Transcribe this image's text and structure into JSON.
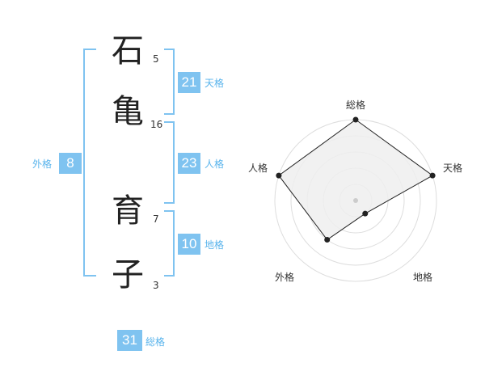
{
  "name": {
    "chars": [
      {
        "char": "石",
        "strokes": "5"
      },
      {
        "char": "亀",
        "strokes": "16"
      },
      {
        "char": "育",
        "strokes": "7"
      },
      {
        "char": "子",
        "strokes": "3"
      }
    ]
  },
  "fortune": {
    "tenkaku": {
      "value": "21",
      "label": "天格"
    },
    "jinkaku": {
      "value": "23",
      "label": "人格"
    },
    "chikaku": {
      "value": "10",
      "label": "地格"
    },
    "gaikaku": {
      "value": "8",
      "label": "外格"
    },
    "soukaku": {
      "value": "31",
      "label": "総格"
    }
  },
  "chart_data": {
    "type": "radar",
    "axes": [
      "総格",
      "天格",
      "地格",
      "外格",
      "人格"
    ],
    "values": [
      5,
      5,
      1,
      3,
      5
    ],
    "max": 5,
    "grid_levels": 5,
    "colors": {
      "fill": "#efefef",
      "line": "#222222",
      "grid": "#dddddd",
      "point": "#222222",
      "center": "#cccccc"
    }
  },
  "colors": {
    "accent": "#7fc3f0",
    "label": "#5ab4ec"
  }
}
